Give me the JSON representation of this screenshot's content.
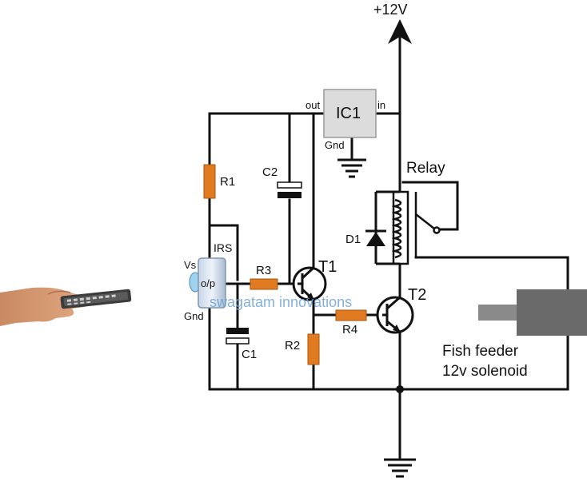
{
  "circuit": {
    "supply_label": "+12V",
    "ic_label": "IC1",
    "ic_out_label": "out",
    "ic_in_label": "in",
    "ic_gnd_label": "Gnd",
    "relay_label": "Relay",
    "diode_label": "D1",
    "r1_label": "R1",
    "r2_label": "R2",
    "r3_label": "R3",
    "r4_label": "R4",
    "c1_label": "C1",
    "c2_label": "C2",
    "t1_label": "T1",
    "t2_label": "T2",
    "irs_label": "IRS",
    "irs_vs_label": "Vs",
    "irs_op_label": "o/p",
    "irs_gnd_label": "Gnd",
    "load_label_line1": "Fish feeder",
    "load_label_line2": "12v solenoid",
    "watermark": "swagatam innovations"
  },
  "colors": {
    "wire": "#111111",
    "resistor": "#e07b22",
    "ic_fill": "#dcdcdc",
    "solenoid": "#6a6a6a",
    "watermark": "#6fa3d8"
  }
}
